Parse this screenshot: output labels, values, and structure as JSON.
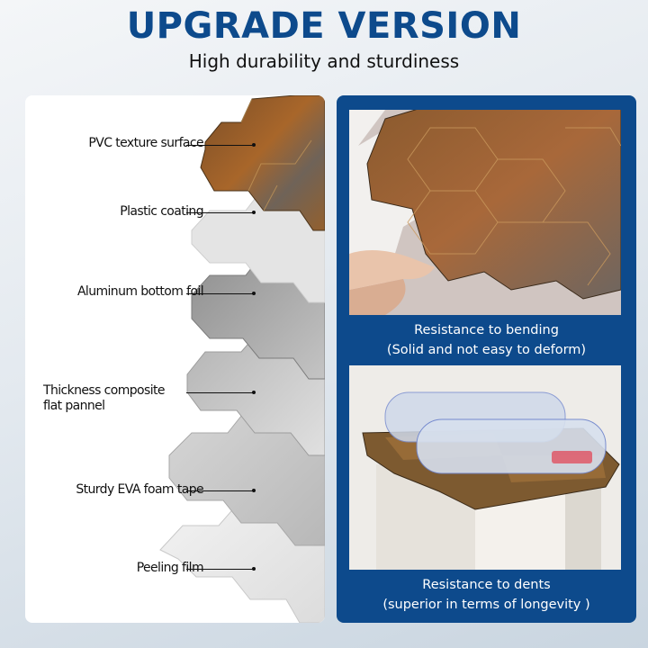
{
  "header": {
    "title": "UPGRADE VERSION",
    "subtitle": "High durability and sturdiness"
  },
  "layers": [
    {
      "label": "PVC texture surface",
      "color": "#8a5a2c"
    },
    {
      "label": "Plastic coating",
      "color": "#e6e6e6"
    },
    {
      "label": "Aluminum bottom foil",
      "color": "#9a9a9a"
    },
    {
      "label_line1": "Thickness composite",
      "label_line2": "flat pannel",
      "color": "#b4b4b4"
    },
    {
      "label": "Sturdy EVA foam tape",
      "color": "#cfcfcf"
    },
    {
      "label": "Peeling film",
      "color": "#ededed"
    }
  ],
  "features": [
    {
      "image": "hexagon-tile-bending-photo",
      "caption_line1": "Resistance to bending",
      "caption_line2": "(Solid and not easy to deform)"
    },
    {
      "image": "water-bottles-on-tile-photo",
      "caption_line1": "Resistance to dents",
      "caption_line2": "(superior in terms of longevity )"
    }
  ],
  "colors": {
    "brand_blue": "#0d4a8c",
    "background": "#dde5ec",
    "card_white": "#ffffff",
    "text_dark": "#111111"
  }
}
